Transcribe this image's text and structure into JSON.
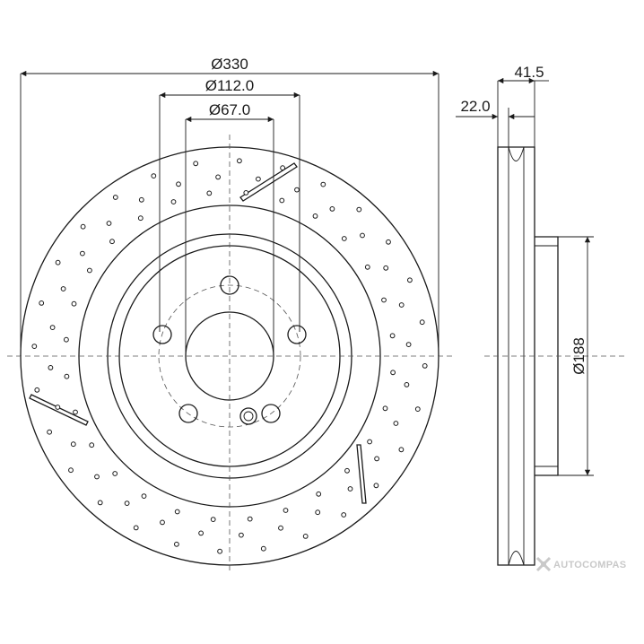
{
  "dimensions": {
    "outer_diameter": "Ø330",
    "bolt_circle": "Ø112.0",
    "center_bore": "Ø67.0",
    "total_thickness": "41.5",
    "disc_thickness": "22.0",
    "hat_diameter": "Ø188"
  },
  "brand": {
    "name": "AUTOCOMPAS"
  },
  "colors": {
    "line": "#1a1a1a",
    "watermark": "#c9c9c9"
  }
}
